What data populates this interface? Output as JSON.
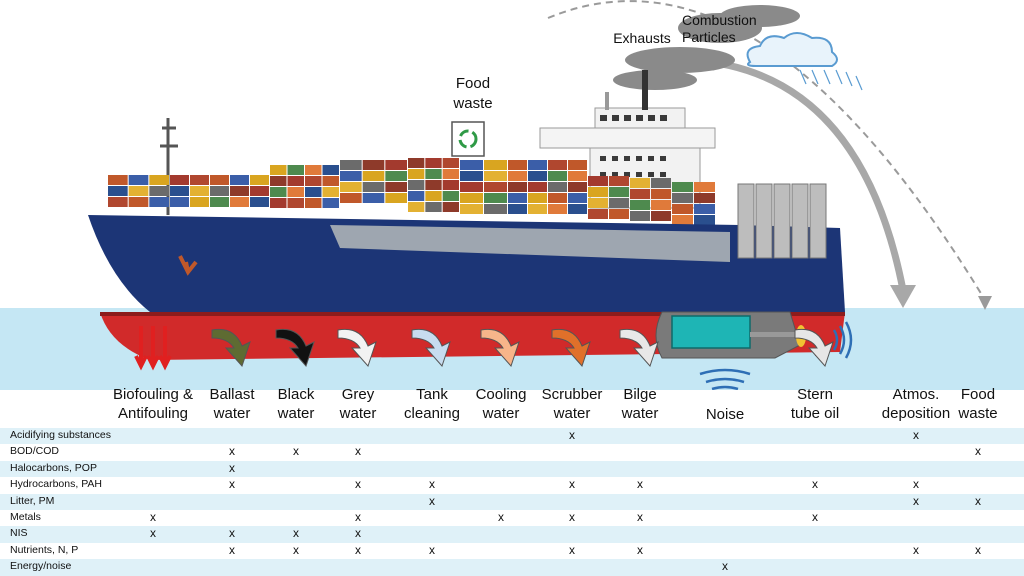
{
  "labels": {
    "food_waste_top": "Food\nwaste",
    "exhausts": "Exhausts",
    "combustion_particles": "Combustion\nParticles"
  },
  "pathways": [
    {
      "key": "biofouling",
      "label": "Biofouling &\nAntifouling",
      "color": "#e02020"
    },
    {
      "key": "ballast",
      "label": "Ballast\nwater",
      "color": "#5e6b32"
    },
    {
      "key": "black",
      "label": "Black\nwater",
      "color": "#111111"
    },
    {
      "key": "grey",
      "label": "Grey\nwater",
      "color": "#f2f2f2"
    },
    {
      "key": "tank",
      "label": "Tank\ncleaning",
      "color": "#c7dcef"
    },
    {
      "key": "cooling",
      "label": "Cooling\nwater",
      "color": "#f7b58a"
    },
    {
      "key": "scrubber",
      "label": "Scrubber\nwater",
      "color": "#e0702a"
    },
    {
      "key": "bilge",
      "label": "Bilge\nwater",
      "color": "#e8e8e8"
    },
    {
      "key": "noise",
      "label": "Noise",
      "color": "#2e6fb5"
    },
    {
      "key": "stern",
      "label": "Stern\ntube oil",
      "color": "#e6e6e6"
    },
    {
      "key": "atmos",
      "label": "Atmos.\ndeposition",
      "color": "#b0b0b0"
    },
    {
      "key": "food",
      "label": "Food\nwaste",
      "color": "#c8c8c8"
    }
  ],
  "matrix": {
    "mark_symbol": "x",
    "rows": [
      {
        "label": "Acidifying substances",
        "marks": [
          "scrubber",
          "atmos"
        ]
      },
      {
        "label": "BOD/COD",
        "marks": [
          "ballast",
          "black",
          "grey",
          "food"
        ]
      },
      {
        "label": "Halocarbons, POP",
        "marks": [
          "ballast"
        ]
      },
      {
        "label": "Hydrocarbons, PAH",
        "marks": [
          "ballast",
          "grey",
          "tank",
          "scrubber",
          "bilge",
          "stern",
          "atmos"
        ]
      },
      {
        "label": "Litter, PM",
        "marks": [
          "tank",
          "atmos",
          "food"
        ]
      },
      {
        "label": "Metals",
        "marks": [
          "biofouling",
          "grey",
          "cooling",
          "scrubber",
          "bilge",
          "stern"
        ]
      },
      {
        "label": "NIS",
        "marks": [
          "biofouling",
          "ballast",
          "black",
          "grey"
        ]
      },
      {
        "label": "Nutrients, N, P",
        "marks": [
          "ballast",
          "black",
          "grey",
          "tank",
          "scrubber",
          "bilge",
          "atmos",
          "food"
        ]
      },
      {
        "label": "Energy/noise",
        "marks": [
          "noise"
        ]
      }
    ]
  }
}
